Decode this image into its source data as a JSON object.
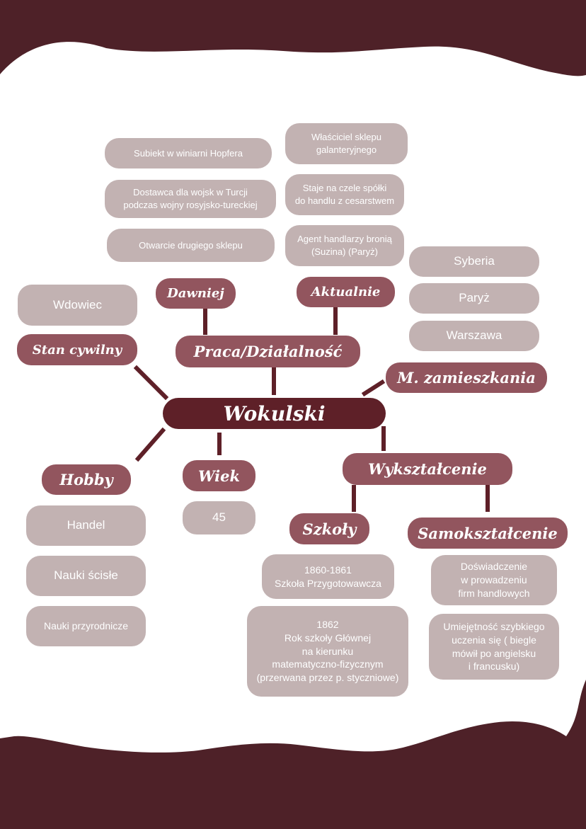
{
  "colors": {
    "background": "#4e2128",
    "paper": "#ffffff",
    "main_node": "#5e2028",
    "category": "#92555e",
    "leaf": "#c2b2b2",
    "connector": "#5e2028"
  },
  "center": "Wokulski",
  "categories": {
    "stan_cywilny": "Stan cywilny",
    "praca": "Praca/Działalność",
    "dawniej": "Dawniej",
    "aktualnie": "Aktualnie",
    "zamieszkanie": "M. zamieszkania",
    "hobby": "Hobby",
    "wiek": "Wiek",
    "wyksztalcenie": "Wykształcenie",
    "szkoly": "Szkoły",
    "samoksztalcenie": "Samokształcenie"
  },
  "stan_cywilny_items": [
    "Wdowiec"
  ],
  "dawniej_items": [
    "Subiekt w winiarni Hopfera",
    "Dostawca dla wojsk w Turcji\npodczas wojny rosyjsko-tureckiej",
    "Otwarcie drugiego sklepu"
  ],
  "aktualnie_items": [
    "Właściciel sklepu\ngalanteryjnego",
    "Staje na czele spółki\ndo handlu z cesarstwem",
    "Agent handlarzy bronią\n(Suzina) (Paryż)"
  ],
  "zamieszkanie_items": [
    "Syberia",
    "Paryż",
    "Warszawa"
  ],
  "hobby_items": [
    "Handel",
    "Nauki ścisłe",
    "Nauki przyrodnicze"
  ],
  "wiek_items": [
    "45"
  ],
  "szkoly_items": [
    "1860-1861\nSzkoła Przygotowawcza",
    "1862\nRok szkoły Głównej\nna kierunku\nmatematyczno-fizycznym\n(przerwana przez p. styczniowe)"
  ],
  "samoksztalcenie_items": [
    "Doświadczenie\nw prowadzeniu\nfirm handlowych",
    "Umiejętność szybkiego\nuczenia się ( biegle\nmówił po angielsku\ni francusku)"
  ]
}
